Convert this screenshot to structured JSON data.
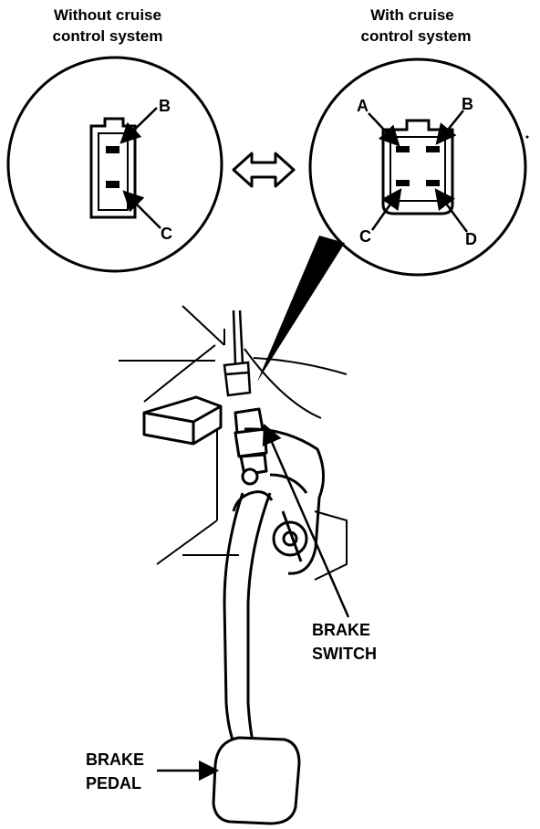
{
  "captions": {
    "without_line1": "Without cruise",
    "without_line2": "control system",
    "with_line1": "With cruise",
    "with_line2": "control system"
  },
  "pins": {
    "left_b": "B",
    "left_c": "C",
    "right_a": "A",
    "right_b": "B",
    "right_c": "C",
    "right_d": "D"
  },
  "callouts": {
    "brake_switch_line1": "BRAKE",
    "brake_switch_line2": "SWITCH",
    "brake_pedal_line1": "BRAKE",
    "brake_pedal_line2": "PEDAL"
  }
}
